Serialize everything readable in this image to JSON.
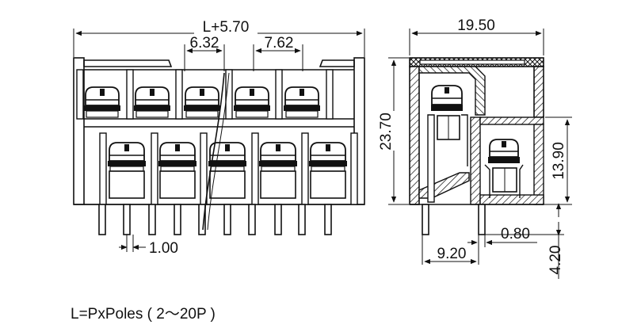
{
  "front_view": {
    "dim_total_width": "L+5.70",
    "dim_pitch_upper": "6.32",
    "dim_pitch_lower": "7.62",
    "dim_pin_width": "1.00"
  },
  "side_view": {
    "dim_depth": "19.50",
    "dim_height": "23.70",
    "dim_lower_height": "13.90",
    "dim_pin_offset": "9.20",
    "dim_gap": "0.80",
    "dim_pin_length": "4.20"
  },
  "note": "L=PxPoles ( 2～20P )"
}
